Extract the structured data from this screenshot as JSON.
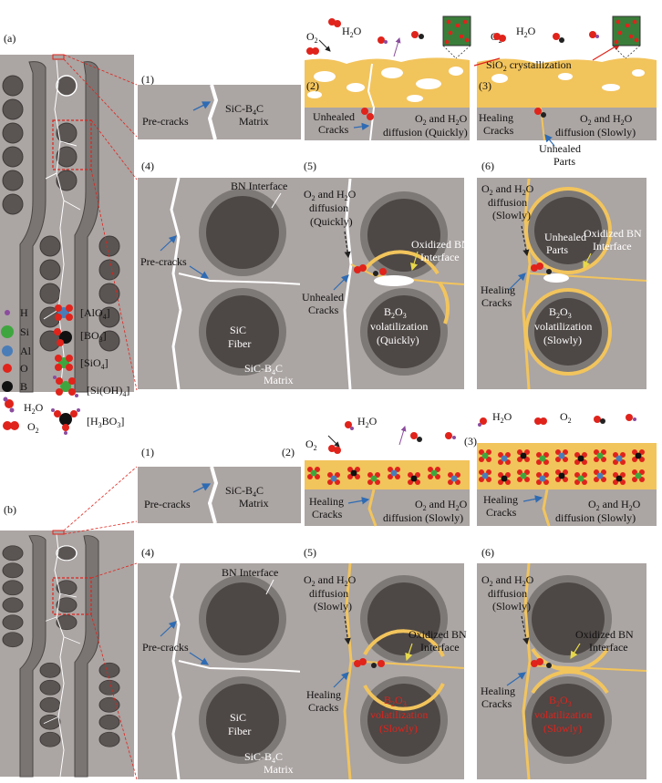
{
  "colors": {
    "matrix": "#aba5a3",
    "fiber_core": "#4d4745",
    "fiber_ring": "#7d7977",
    "oxide": "#f2c45c",
    "crack_line": "#ffffff",
    "arrow_blue": "#2e6bb3",
    "label_red": "#e0231b",
    "zoom_outline": "#e0231b"
  },
  "part_a": {
    "label": "(a)",
    "p1": {
      "num": "(1)",
      "precracks": "Pre-cracks",
      "matrix_l1": "SiC-B",
      "matrix_sub": "4",
      "matrix_l2": "C",
      "matrix_l3": "Matrix"
    },
    "p2": {
      "num": "(2)",
      "o2": "O",
      "o2_sub": "2",
      "h2o": "H",
      "h2o_sub": "2",
      "h2o_end": "O",
      "unhealed_1": "Unhealed",
      "unhealed_2": "Cracks",
      "diff_1": "O",
      "diff_sub1": "2",
      "diff_2": " and H",
      "diff_sub2": "2",
      "diff_3": "O",
      "diff_4": "diffusion (Quickly)"
    },
    "p3": {
      "num": "(3)",
      "o2": "O",
      "o2_sub": "2",
      "h2o": "H",
      "h2o_sub": "2",
      "h2o_end": "O",
      "sio2_a": "SiO",
      "sio2_sub": "2",
      "sio2_b": " crystallization",
      "healing_1": "Healing",
      "healing_2": "Cracks",
      "diff_1": "O",
      "diff_sub1": "2",
      "diff_2": " and H",
      "diff_sub2": "2",
      "diff_3": "O",
      "diff_4": "diffusion (Slowly)",
      "unhealed_1": "Unhealed",
      "unhealed_2": "Parts"
    },
    "p4": {
      "num": "(4)",
      "bn": "BN Interface",
      "precracks": "Pre-cracks",
      "fiber_1": "SiC",
      "fiber_2": "Fiber",
      "matrix_l1": "SiC-B",
      "matrix_sub": "4",
      "matrix_l2": "C",
      "matrix_l3": "Matrix"
    },
    "p5": {
      "num": "(5)",
      "diff_1": "O",
      "diff_sub1": "2",
      "diff_2": " and H",
      "diff_sub2": "2",
      "diff_3": "O",
      "diff_4": "diffusion",
      "diff_5": "(Quickly)",
      "oxbn_1": "Oxidized BN",
      "oxbn_2": "Interface",
      "unhealed_1": "Unhealed",
      "unhealed_2": "Cracks",
      "b2o3_a": "B",
      "b2o3_s1": "2",
      "b2o3_b": "O",
      "b2o3_s2": "3",
      "vol_1": "volatilization",
      "vol_2": "(Quickly)"
    },
    "p6": {
      "num": "(6)",
      "diff_1": "O",
      "diff_sub1": "2",
      "diff_2": " and H",
      "diff_sub2": "2",
      "diff_3": "O",
      "diff_4": "diffusion",
      "diff_5": "(Slowly)",
      "unhealed_1": "Unhealed",
      "unhealed_2": "Parts",
      "oxbn_1": "Oxidized BN",
      "oxbn_2": "Interface",
      "healing_1": "Healing",
      "healing_2": "Cracks",
      "b2o3_a": "B",
      "b2o3_s1": "2",
      "b2o3_b": "O",
      "b2o3_s2": "3",
      "vol_1": "volatilization",
      "vol_2": "(Slowly)"
    }
  },
  "legend": {
    "h": "H",
    "si": "Si",
    "al": "Al",
    "o": "O",
    "b": "B",
    "h2o_a": "H",
    "h2o_sub": "2",
    "h2o_b": "O",
    "o2_a": "O",
    "o2_sub": "2",
    "alo4_a": "[AlO",
    "alo4_sub": "4",
    "alo4_b": "]",
    "bo3_a": "[BO",
    "bo3_sub": "3",
    "bo3_b": "]",
    "sio4_a": "[SiO",
    "sio4_sub": "4",
    "sio4_b": "]",
    "sioh4_a": "[Si(OH)",
    "sioh4_sub": "4",
    "sioh4_b": "]",
    "h3bo3_a": "[H",
    "h3bo3_sub1": "3",
    "h3bo3_b": "BO",
    "h3bo3_sub2": "3",
    "h3bo3_c": "]"
  },
  "part_b": {
    "label": "(b)",
    "p1": {
      "num": "(1)",
      "precracks": "Pre-cracks",
      "matrix_l1": "SiC-B",
      "matrix_sub": "4",
      "matrix_l2": "C",
      "matrix_l3": "Matrix"
    },
    "p2": {
      "num": "(2)",
      "o2": "O",
      "o2_sub": "2",
      "h2o": "H",
      "h2o_sub": "2",
      "h2o_end": "O",
      "healing_1": "Healing",
      "healing_2": "Cracks",
      "diff_1": "O",
      "diff_sub1": "2",
      "diff_2": " and H",
      "diff_sub2": "2",
      "diff_3": "O",
      "diff_4": "diffusion (Slowly)"
    },
    "p3": {
      "num": "(3)",
      "o2": "O",
      "o2_sub": "2",
      "h2o": "H",
      "h2o_sub": "2",
      "h2o_end": "O",
      "healing_1": "Healing",
      "healing_2": "Cracks",
      "diff_1": "O",
      "diff_sub1": "2",
      "diff_2": " and H",
      "diff_sub2": "2",
      "diff_3": "O",
      "diff_4": "diffusion (Slowly)"
    },
    "p4": {
      "num": "(4)",
      "bn": "BN Interface",
      "precracks": "Pre-cracks",
      "fiber_1": "SiC",
      "fiber_2": "Fiber",
      "matrix_l1": "SiC-B",
      "matrix_sub": "4",
      "matrix_l2": "C",
      "matrix_l3": "Matrix"
    },
    "p5": {
      "num": "(5)",
      "diff_1": "O",
      "diff_sub1": "2",
      "diff_2": " and H",
      "diff_sub2": "2",
      "diff_3": "O",
      "diff_4": "diffusion",
      "diff_5": "(Slowly)",
      "oxbn_1": "Oxidized BN",
      "oxbn_2": "Interface",
      "healing_1": "Healing",
      "healing_2": "Cracks",
      "b2o3_a": "B",
      "b2o3_s1": "2",
      "b2o3_b": "O",
      "b2o3_s2": "3",
      "vol_1": "volatilization",
      "vol_2": "(Slowly)"
    },
    "p6": {
      "num": "(6)",
      "diff_1": "O",
      "diff_sub1": "2",
      "diff_2": " and H",
      "diff_sub2": "2",
      "diff_3": "O",
      "diff_4": "diffusion",
      "diff_5": "(Slowly)",
      "oxbn_1": "Oxidized BN",
      "oxbn_2": "Interface",
      "healing_1": "Healing",
      "healing_2": "Cracks",
      "b2o3_a": "B",
      "b2o3_s1": "2",
      "b2o3_b": "O",
      "b2o3_s2": "3",
      "vol_1": "volatilization",
      "vol_2": "(Slowly)"
    }
  }
}
